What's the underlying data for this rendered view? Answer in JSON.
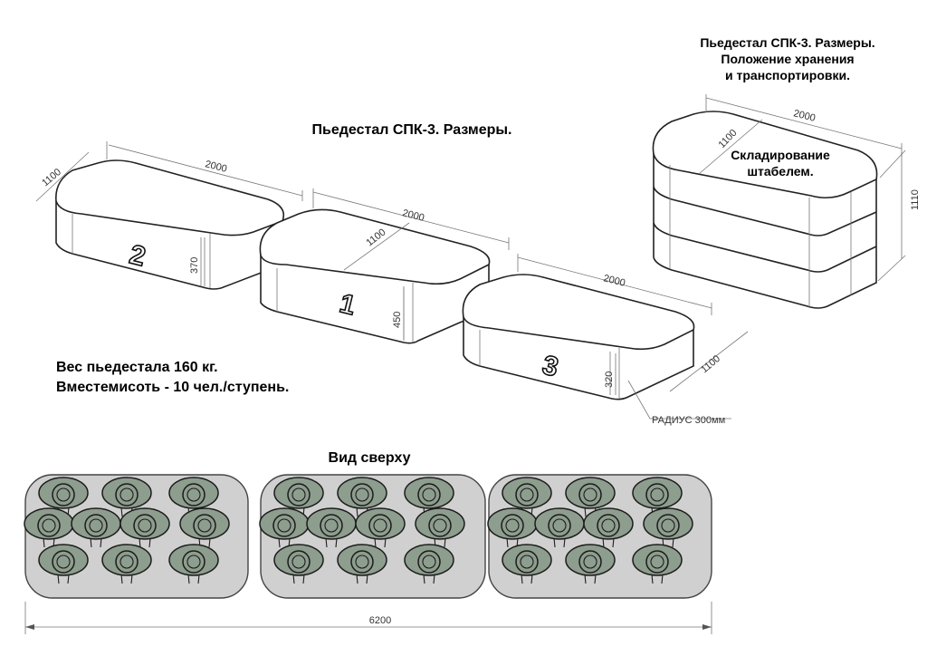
{
  "titles": {
    "main": "Пьедестал СПК-3. Размеры.",
    "storage_line1": "Пьедестал СПК-3. Размеры.",
    "storage_line2": "Положение хранения",
    "storage_line3": "и транспортировки.",
    "stacking_line1": "Складирование",
    "stacking_line2": "штабелем.",
    "top_view": "Вид сверху"
  },
  "info": {
    "weight": "Вес пьедестала 160 кг.",
    "capacity": "Вместемисоть - 10 чел./ступень."
  },
  "pedestals": [
    {
      "place": "2",
      "length": "2000",
      "width": "1100",
      "height": "370"
    },
    {
      "place": "1",
      "length": "2000",
      "width": "1100",
      "height": "450"
    },
    {
      "place": "3",
      "length": "2000",
      "width": "1100",
      "height": "320"
    }
  ],
  "stack": {
    "length": "2000",
    "width": "1100",
    "height": "1110"
  },
  "radius_note": "РАДИУС 300мм",
  "total_length": "6200",
  "people_per_step": 10
}
